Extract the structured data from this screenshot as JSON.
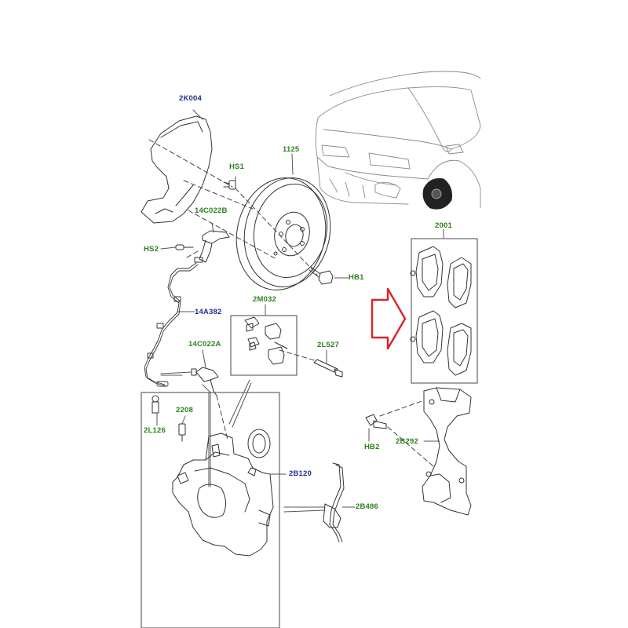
{
  "diagram": {
    "colors": {
      "line": "#333333",
      "leader": "#555555",
      "dash": "#444444",
      "label_blue": "#1f2f8a",
      "label_green": "#2f7f1f",
      "arrow": "#d9232a"
    },
    "labels": {
      "shield": "2K004",
      "hs1": "HS1",
      "disc": "1125",
      "bracket_b": "14C022B",
      "hs2": "HS2",
      "hb1": "HB1",
      "wire": "14A382",
      "kit_2m032": "2M032",
      "pin_2l527": "2L527",
      "bracket_a": "14C022A",
      "pads": "2001",
      "sensor_2208": "2208",
      "bleed_2l126": "2L126",
      "hb2": "HB2",
      "carrier": "2B292",
      "caliper": "2B120",
      "spring": "2B486"
    }
  }
}
